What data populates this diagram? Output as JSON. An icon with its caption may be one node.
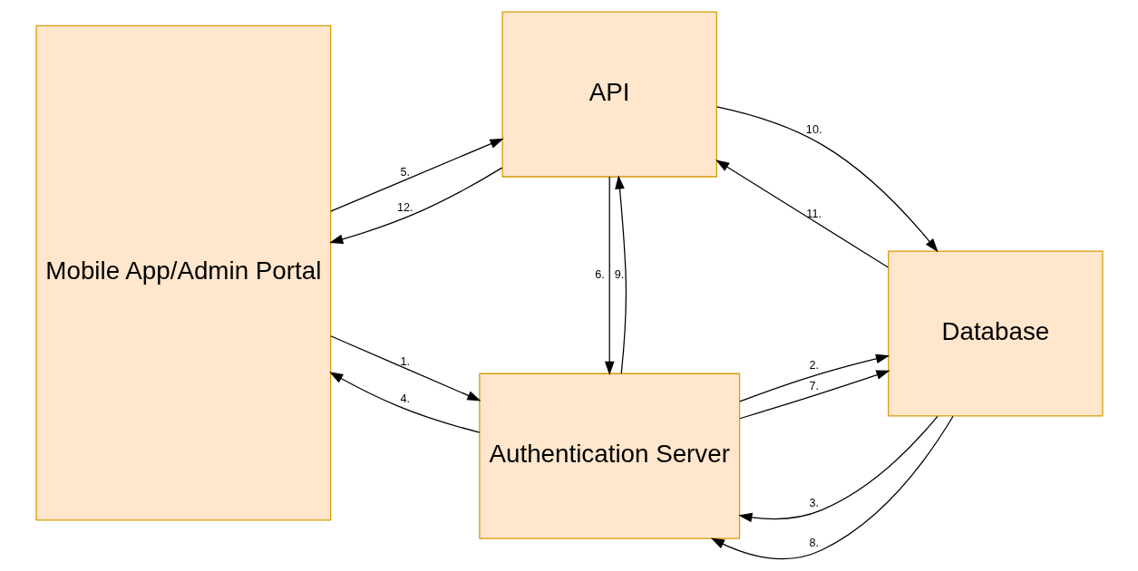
{
  "diagram": {
    "nodes": [
      {
        "text": [
          "Mobile App/Admin Portal"
        ]
      },
      {
        "text": [
          "Authentication Server"
        ]
      },
      {
        "text": [
          "API"
        ]
      },
      {
        "text": [
          "Database"
        ]
      }
    ],
    "edges": [
      {
        "from": 0,
        "to": 1,
        "arrow": "to",
        "label": "1."
      },
      {
        "from": 1,
        "to": 3,
        "arrow": "to",
        "label": "2."
      },
      {
        "from": 3,
        "to": 1,
        "arrow": "to",
        "label": "3."
      },
      {
        "from": 1,
        "to": 0,
        "arrow": "to",
        "label": "4."
      },
      {
        "from": 0,
        "to": 2,
        "arrow": "to",
        "label": "5."
      },
      {
        "from": 2,
        "to": 1,
        "arrow": "to",
        "label": "6."
      },
      {
        "from": 1,
        "to": 3,
        "arrow": "to",
        "label": "7."
      },
      {
        "from": 3,
        "to": 1,
        "arrow": "to",
        "label": "8."
      },
      {
        "from": 1,
        "to": 2,
        "arrow": "to",
        "label": "9."
      },
      {
        "from": 2,
        "to": 3,
        "arrow": "to",
        "label": "10."
      },
      {
        "from": 3,
        "to": 2,
        "arrow": "to",
        "label": "11."
      },
      {
        "from": 2,
        "to": 0,
        "arrow": "to",
        "label": "12."
      }
    ]
  }
}
